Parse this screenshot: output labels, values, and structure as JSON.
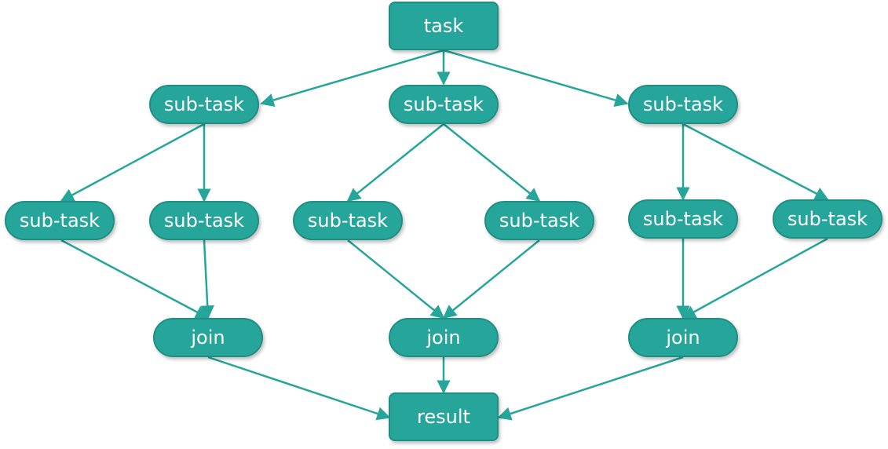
{
  "colors": {
    "node_fill": "#26a69a",
    "edge": "#26a69a",
    "text": "#ffffff"
  },
  "nodes": {
    "task": "task",
    "sub_a": "sub-task",
    "sub_b": "sub-task",
    "sub_c": "sub-task",
    "sub_a1": "sub-task",
    "sub_a2": "sub-task",
    "sub_b1": "sub-task",
    "sub_b2": "sub-task",
    "sub_c1": "sub-task",
    "sub_c2": "sub-task",
    "join_a": "join",
    "join_b": "join",
    "join_c": "join",
    "result": "result"
  }
}
